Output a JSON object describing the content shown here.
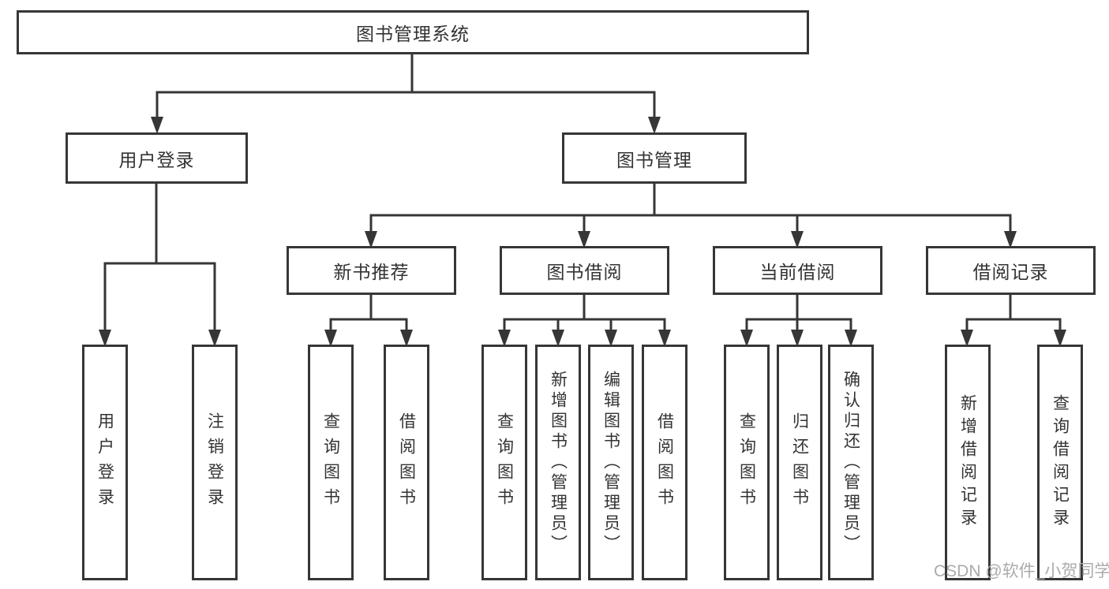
{
  "diagram": {
    "root_label": "图书管理系统",
    "branches": [
      {
        "label": "用户登录",
        "children": [
          "用户登录",
          "注销登录"
        ]
      },
      {
        "label": "图书管理",
        "sections": [
          {
            "label": "新书推荐",
            "children": [
              "查询图书",
              "借阅图书"
            ]
          },
          {
            "label": "图书借阅",
            "children": [
              "查询图书",
              "新增图书（管理员）",
              "编辑图书（管理员）",
              "借阅图书"
            ]
          },
          {
            "label": "当前借阅",
            "children": [
              "查询图书",
              "归还图书",
              "确认归还（管理员）"
            ]
          },
          {
            "label": "借阅记录",
            "children": [
              "新增借阅记录",
              "查询借阅记录"
            ]
          }
        ]
      }
    ]
  },
  "watermark": {
    "text": "CSDN @软件_小贺同学"
  },
  "colors": {
    "line": "#363636",
    "text": "#333333",
    "background": "#ffffff",
    "watermark": "#ababab"
  }
}
